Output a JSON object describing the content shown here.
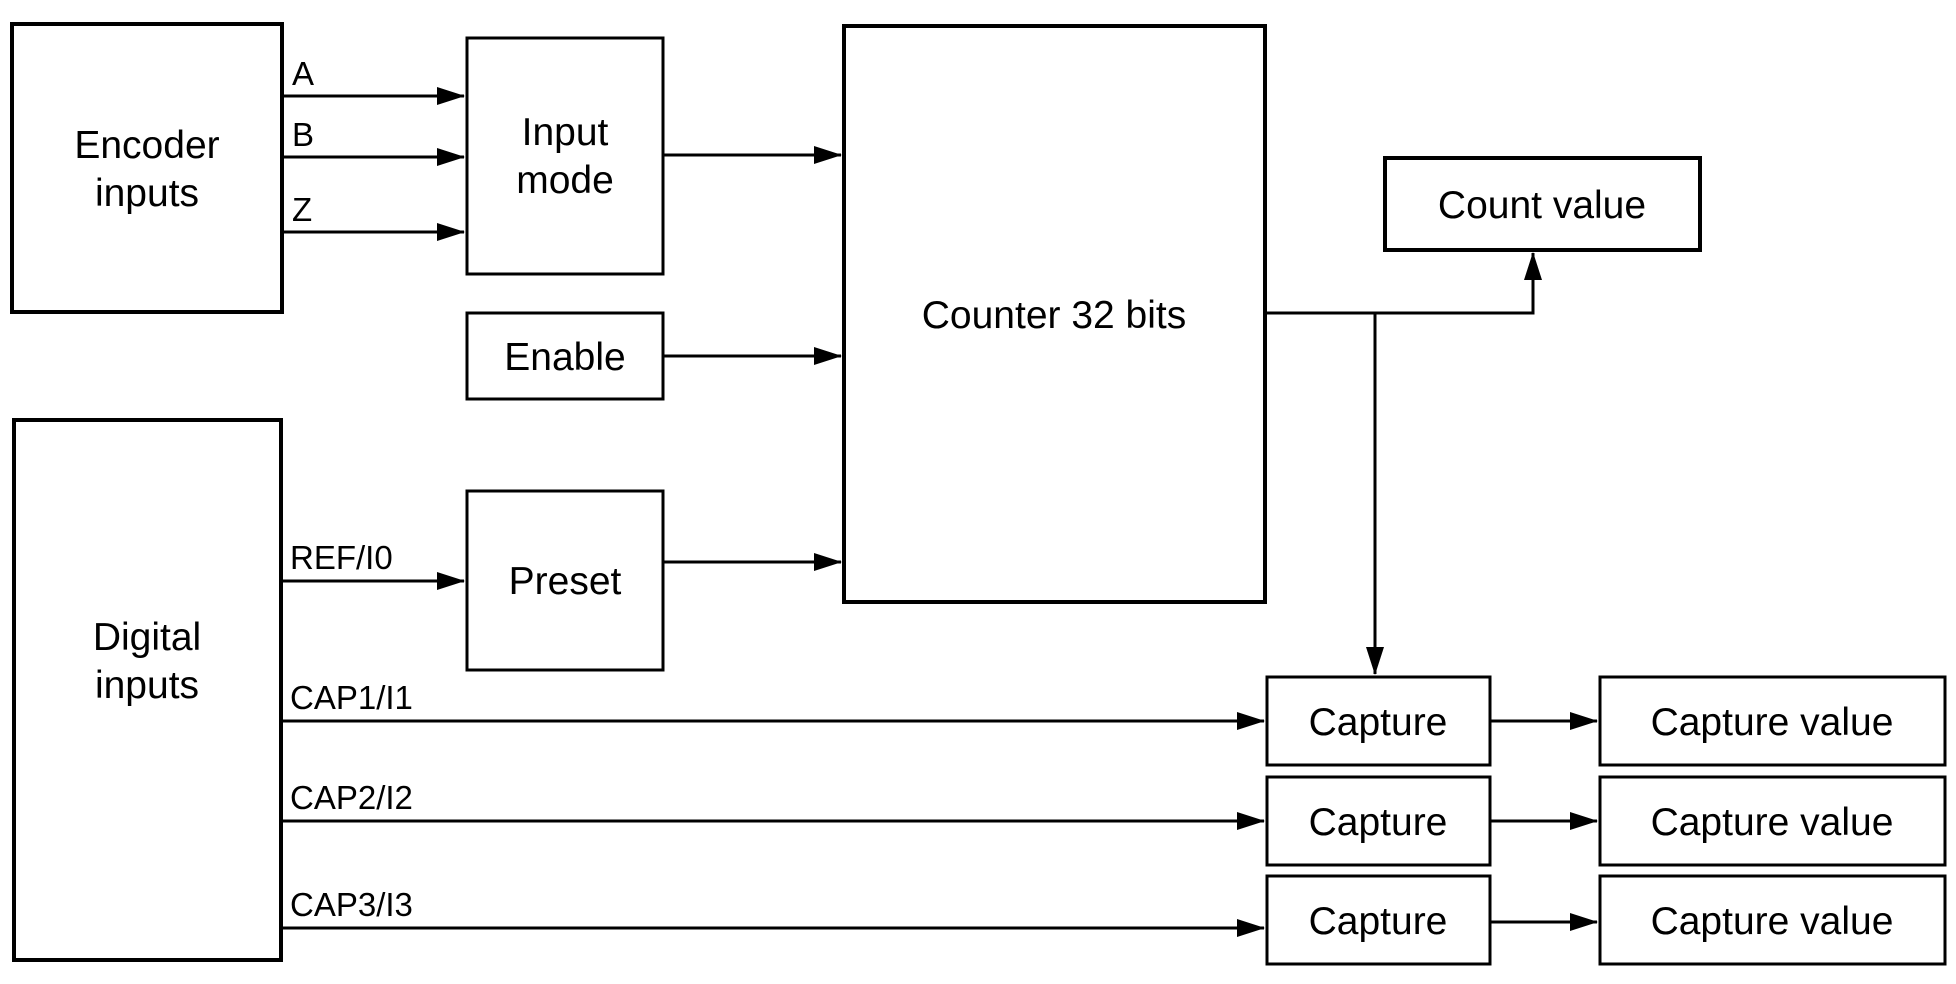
{
  "diagram": {
    "colors": {
      "line": "#000000",
      "background": "#ffffff"
    },
    "boxes": {
      "encoder_inputs": {
        "line1": "Encoder",
        "line2": "inputs"
      },
      "input_mode": {
        "line1": "Input",
        "line2": "mode"
      },
      "enable": {
        "label": "Enable"
      },
      "preset": {
        "label": "Preset"
      },
      "counter": {
        "label": "Counter 32 bits"
      },
      "count_value": {
        "label": "Count value"
      },
      "digital_inputs": {
        "line1": "Digital",
        "line2": "inputs"
      },
      "capture_1": {
        "label": "Capture"
      },
      "capture_2": {
        "label": "Capture"
      },
      "capture_3": {
        "label": "Capture"
      },
      "capture_value_1": {
        "label": "Capture value"
      },
      "capture_value_2": {
        "label": "Capture value"
      },
      "capture_value_3": {
        "label": "Capture value"
      }
    },
    "signals": {
      "a": "A",
      "b": "B",
      "z": "Z",
      "ref": "REF/I0",
      "cap1": "CAP1/I1",
      "cap2": "CAP2/I2",
      "cap3": "CAP3/I3"
    }
  }
}
